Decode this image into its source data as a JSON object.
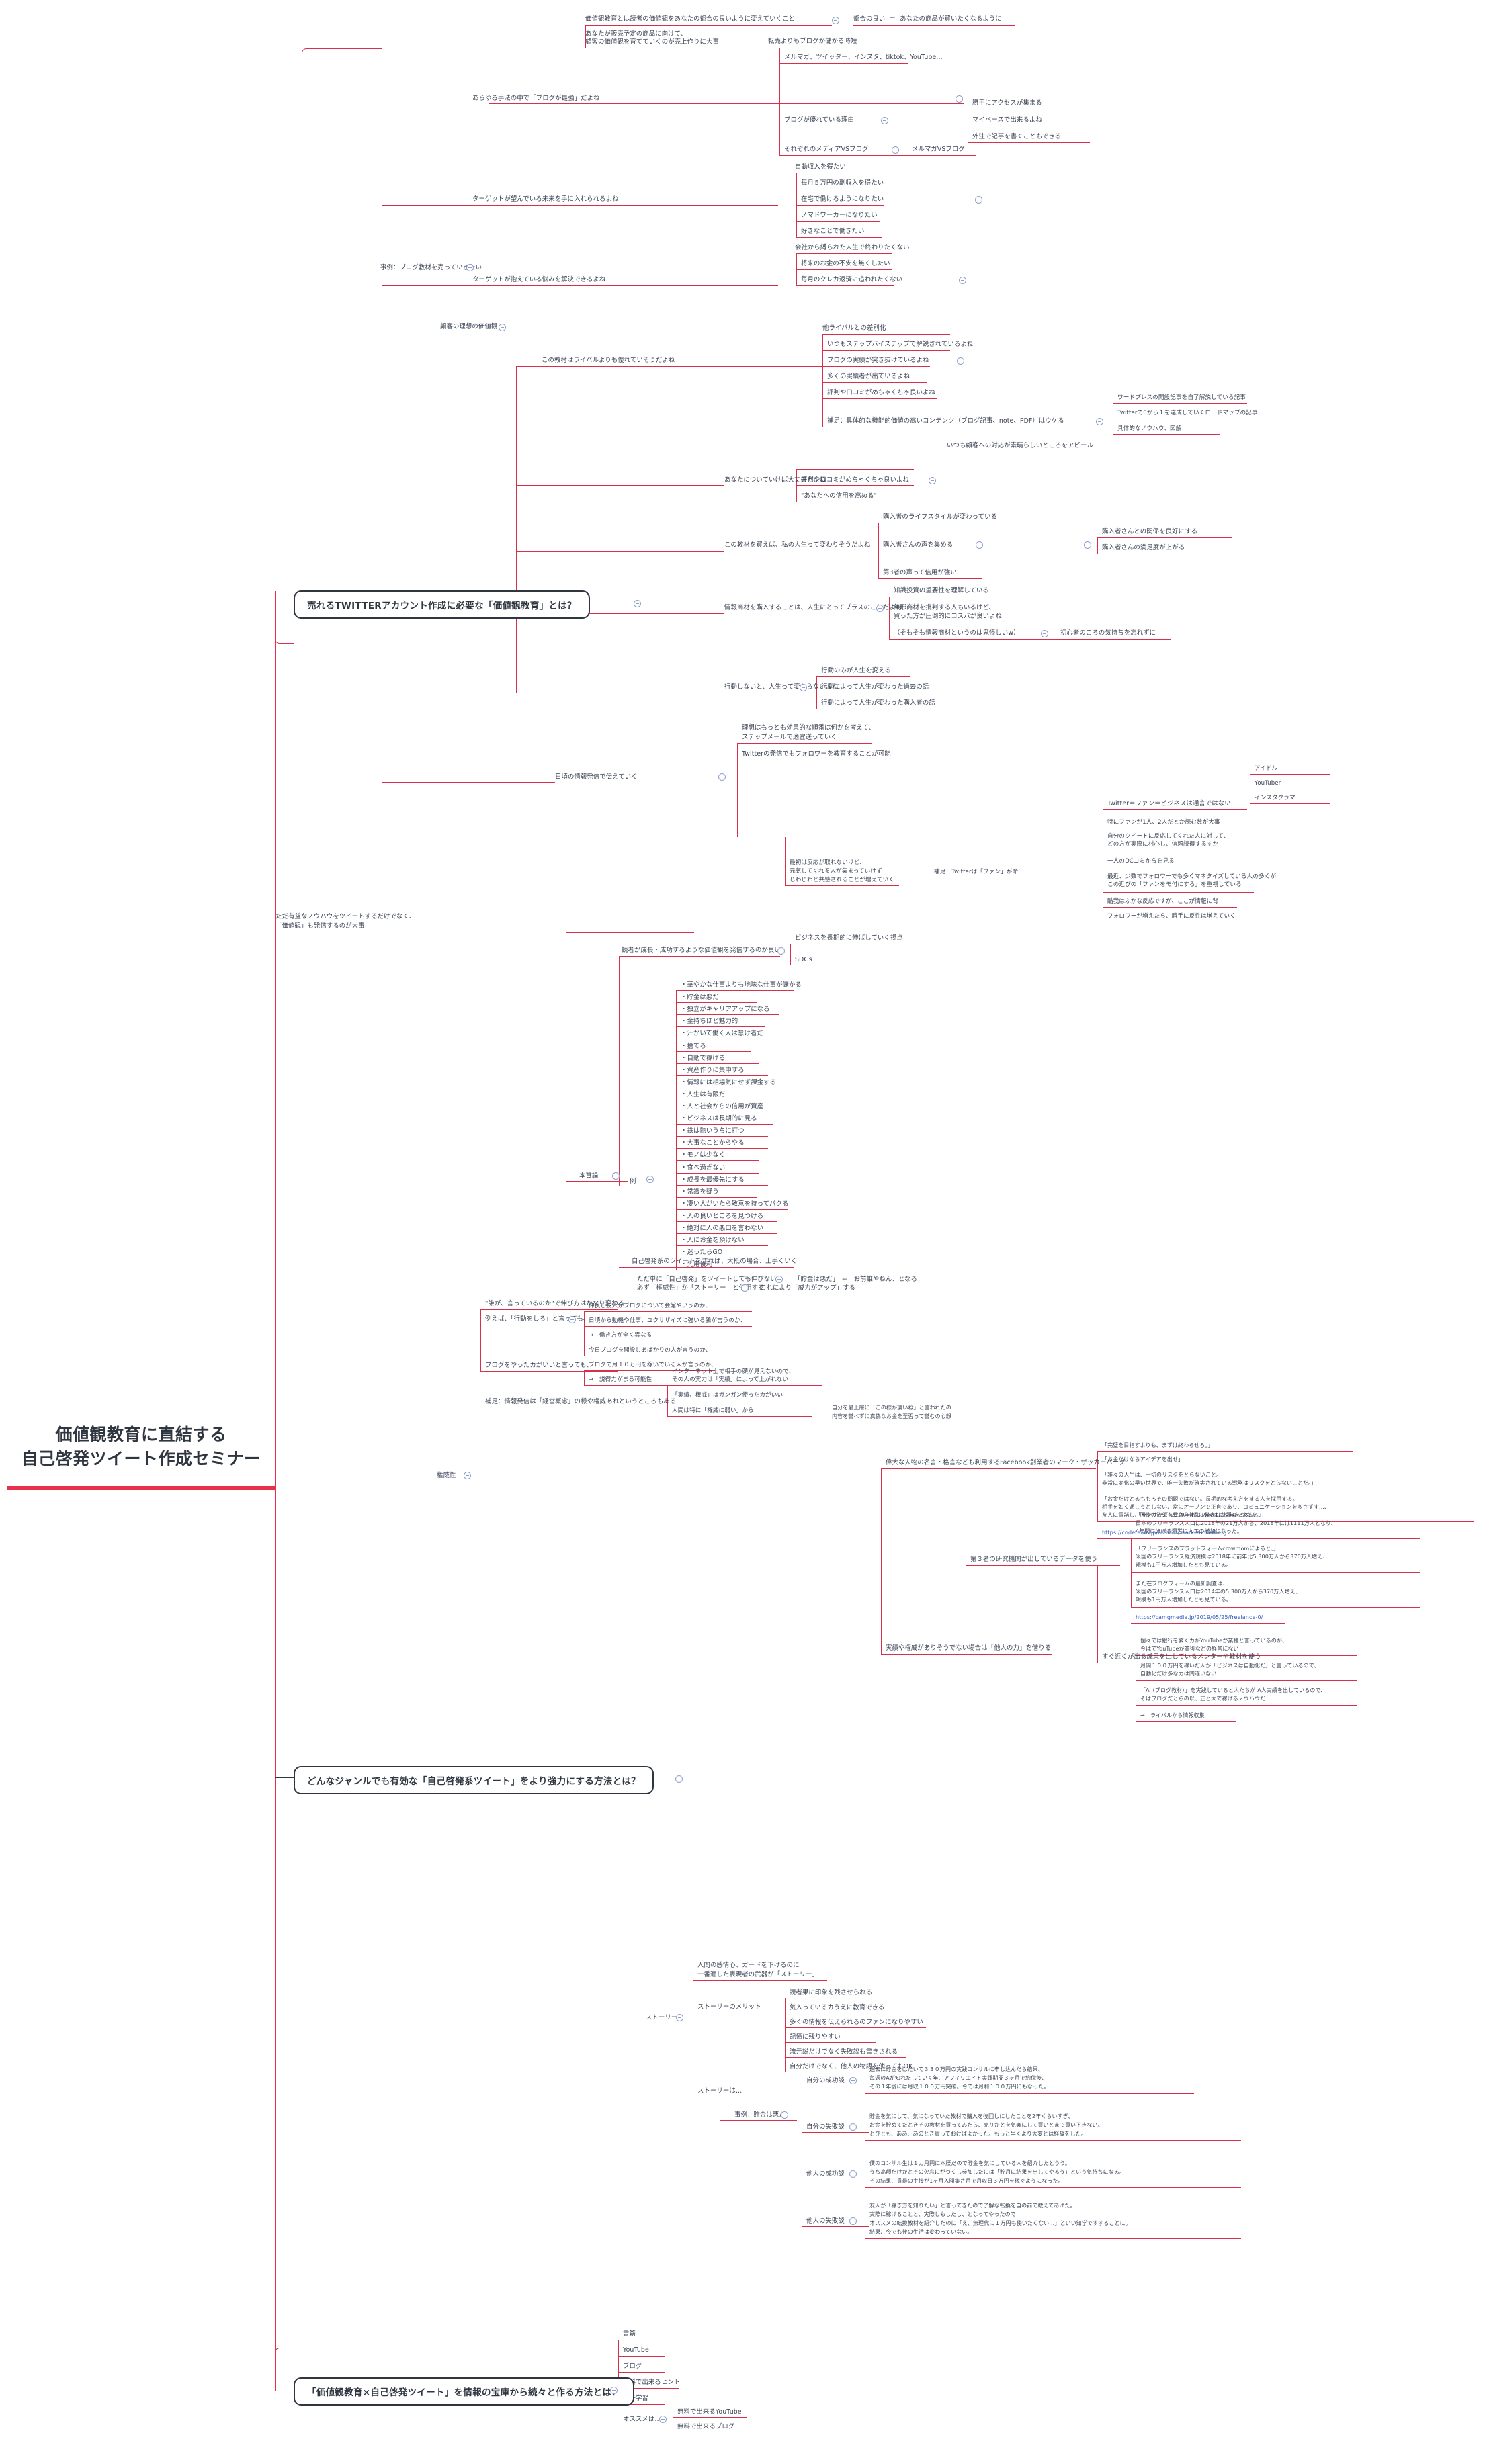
{
  "root": {
    "title_line1": "価値観教育に直結する",
    "title_line2": "自己啓発ツイート作成セミナー"
  },
  "main_branches": [
    {
      "id": "b1",
      "label": "売れるTWITTERアカウント作成に必要な「価値観教育」とは？"
    },
    {
      "id": "b2",
      "label": "どんなジャンルでも有効な「自己啓発系ツイート」をより強力にする方法とは？"
    },
    {
      "id": "b3",
      "label": "「価値観教育×自己啓発ツイート」を情報の宝庫から続々と作る方法とは？"
    }
  ],
  "branch1": {
    "intro": {
      "definition": "価値観教育とは読者の価値観をあなたの都合の良いように変えていくこと",
      "equals": "都合の良い  ＝  あなたの商品が買いたくなるように",
      "note_line1": "あなたが販売予定の商品に向けて、",
      "note_line2": "顧客の価値観を育てていくのが売上作りに大事"
    },
    "case_label": "事例：ブログ教材を売っていきたい",
    "blog_strongest": {
      "label": "あらゆる手法の中で「ブログが最強」だよね",
      "top_note": "転売よりもブログが儲かる時短",
      "media_list": "メルマガ、ツイッター、インスタ、tiktok、YouTube…",
      "reason_label": "ブログが優れている理由",
      "reasons": [
        "勝手にアクセスが集まる",
        "マイペースで出来るよね",
        "外注で記事を書くこともできる"
      ],
      "vs_label": "それぞれのメディアVSブログ",
      "vs_item": "メルマガVSブログ"
    },
    "target_future": {
      "label": "ターゲットが望んでいる未来を手に入れられるよね",
      "top_note": "自動収入を得たい",
      "items": [
        "毎月５万円の副収入を得たい",
        "在宅で働けるようになりたい",
        "ノマドワーカーになりたい",
        "好きなことで働きたい"
      ]
    },
    "target_problem": {
      "label": "ターゲットが抱えている悩みを解決できるよね",
      "top_note": "会社から縛られた人生で終わりたくない",
      "items": [
        "将来のお金の不安を無くしたい",
        "毎月のクレカ返済に追われたくない"
      ]
    },
    "ideal_values_label": "顧客の理想の価値観",
    "better_than_rival": {
      "label": "この教材はライバルよりも優れていそうだよね",
      "top_note": "他ライバルとの差別化",
      "items": [
        "いつもステップバイステップで解説されているよね",
        "ブログの実績が突き抜けているよね",
        "多くの実績者が出ているよね",
        "評判や口コミがめちゃくちゃ良いよね"
      ],
      "supplement": "補足：具体的な機能的価値の高いコンテンツ（ブログ記事、note、PDF）はウケる",
      "supplement_children": [
        "ワードプレスの開設記事を自了解説している記事",
        "Twitterで0から１を達成していくロードマップの記事",
        "具体的なノウハウ、図解"
      ]
    },
    "follow_you": {
      "label": "あなたについていけば大丈夫だよね",
      "top_note": "いつも顧客への対応が素晴らしいところをアピール",
      "items": [
        "評判や口コミがめちゃくちゃ良いよね",
        "\"あなたへの信用を高める\""
      ]
    },
    "life_changes": {
      "label": "この教材を買えば、私の人生って変わりそうだよね",
      "top_note": "購入者のライフスタイルが変わっている",
      "voice_label": "購入者さんの声を集める",
      "voice_items": [
        "購入者さんとの関係を良好にする",
        "購入者さんの満足度が上がる"
      ],
      "third_party": "第3者の声って信用が強い"
    },
    "info_product_plus": {
      "label": "情報商材を購入することは、人生にとってプラスのことだよね",
      "top_note": "知識投資の重要性を理解している",
      "item_line1": "無形商材を批判する人もいるけど、",
      "item_line2": "買った方が圧倒的にコスパが良いよね",
      "joke": "（そもそも情報商材というのは鬼怪しいw）",
      "joke_child": "初心者のころの気持ちを忘れずに"
    },
    "action": {
      "label": "行動しないと、人生って変わらないよね",
      "top_note": "行動のみが人生を変える",
      "items": [
        "行動によって人生が変わった過去の話",
        "行動によって人生が変わった購入者の話"
      ]
    },
    "daily_education": {
      "label": "日頃の情報発信で伝えていく",
      "note_line1": "理想はもっとも効果的な順番は何かを考えて、",
      "note_line2": "ステップメールで適宜送っていく",
      "twitter_note": "Twitterの発信でもフォロワーを教育することが可能",
      "fan_label": "Twitter＝ファン＝ビジネスは通言ではない",
      "fan_items": [
        "特にファンが1人、2人だとか読む数が大事",
        "自分のツイートに反応してくれた人に対して、\nどの方が実際に村心し、信頼読得するすか",
        "一人のDCコミからを見る",
        "最近、少数でフォロワーでも多くマネタイズしている人の多くが\nこの近びの「ファンをモ付にする」を重視している",
        "酷我はふかな反応ですが、ここが情報に背",
        "フォロワーが増えたら、勝手に反性は増えていく"
      ],
      "idol_items": [
        "アイドル",
        "YouTuber",
        "インスタグラマー"
      ],
      "side_note_line1": "最初は反応が取れないけど、",
      "side_note_line2": "元気してくれる人が集まっていけず",
      "side_note_line3": "じわじわと共感されることが増えていく",
      "side_note_ref": "補足：Twitterは「ファン」が命"
    },
    "essence": {
      "header_line1": "ただ有益なノウハウをツイートするだけでなく、",
      "header_line2": "「価値観」も発信するのが大事",
      "label": "本質論",
      "growth_label": "読者が成長・成功するような価値観を発信するのが良い",
      "growth_items": [
        "ビジネスを長期的に伸ばしていく視点",
        "SDGs"
      ],
      "examples_label": "例",
      "examples": [
        "・華やかな仕事よりも地味な仕事が儲かる",
        "・貯金は悪だ",
        "・独立がキャリアアップになる",
        "・金持ちほど魅力的",
        "・汗かいて働く人は怠け者だ",
        "・捨てろ",
        "・自動で稼げる",
        "・資産作りに集中する",
        "・情報には相場気にせず課金する",
        "・人生は有限だ",
        "・人と社会からの信用が資産",
        "・ビジネスは長期的に見る",
        "・鉄は熱いうちに打つ",
        "・大事なことからやる",
        "・モノは少なく",
        "・食べ過ぎない",
        "・成長を最優先にする",
        "・常識を疑う",
        "・凄い人がいたら敬意を持ってパクる",
        "・人の良いところを見つける",
        "・絶対に人の悪口を言わない",
        "・人にお金を預けない",
        "・迷ったらGO",
        "・先用後利"
      ],
      "footer": "自己啓発系のツイートをすれば、大抵の場合、上手くいく"
    }
  },
  "branch2": {
    "top_note": "ただ単に「自己啓発」をツイートしても伸びない",
    "top_note_children": [
      "「貯金は悪だ」　←　お前誰やねん、となる"
    ],
    "must_label": "必ず「権威性」か「ストーリー」と併用する",
    "must_child": "これにより「威力がアップ」する",
    "authority": {
      "label": "権威性",
      "intro": "\"誰が、言っているのか\"で伸び方はかなり変わる",
      "example_label": "例えば、「行動をしろ」と言っても、",
      "example_children": [
        "仲良し友人がブログについて会館やいうのか、",
        "日頃から動機や仕事、ユクサザイズに強いる鶴が言うのか、",
        "→　働き方が全く異なる",
        "今日ブログを開設しあばかりの人が言うのか、"
      ],
      "blog_label": "ブログをやったカがいいと言っても、",
      "blog_children": [
        "ブログで月１０万円を稼いでいる人が言うのか、",
        "→　説得力がまる可能性"
      ],
      "supplement": "補足：情報発信は「経営概念」の様や権威あれというところもある",
      "supplement_children": [
        "インターネット上で相手の顔が見えないので、",
        "その人の実力は「実績」によって上がれない",
        "「実績、権威」はガンガン使ったカがいい",
        "人間は特に「権威に弱い」から"
      ],
      "supplement_notes": [
        "自分を最上層に「この様が凄いね」と言われたの",
        "内容を誉べずに真偽なお金を至否って誉むの心想"
      ],
      "famous": {
        "label": "偉大な人物の名言・格言なども利用する",
        "source": "Facebook創業者のマーク・ザッカーバーグ",
        "quotes": [
          "「完璧を目指すよりも、まずは終わらせろ。」",
          "「お金だけならアイデアを出せ」",
          "「誰々の人生は、一切のリスクをとらないこと。",
          "非常に変化の早い世界で、唯一失敗が確実されている戦略はリスクをとらないことだ。」",
          "「お金だけとるももろその問題ではない。長期的な考え方をする人を採用する。",
          "相手を如く通こうとしない、常にオープンで正直であり、コミュニケーションを多さずす...、",
          "友人に電話し、同僚の欲望を戦争、彼の の人は以採年をやめる。」"
        ],
        "url": "https://codeteam.jp/articles/mark-zuckerberg"
      },
      "data": {
        "label": "実績や権威がありそうでない場合は「他人の力」を借りる",
        "sub_label": "第３者の研究機関が出しているデータを使う",
        "blocks": [
          {
            "lines": [
              "「ランサーズ\"2019年4月に発表した調査によると、」",
              "日本のフリーランス人口は2018年の21万人から、2018年には1111万人となり、",
              "4年間にほぼる運営に人工の増加になった。"
            ]
          },
          {
            "lines": [
              "「フリーランスのプラットフォームcrowmomによると、」",
              "米国のフリーランス経済規模は2018年に前年比5,300万人から370万人増え、",
              "規模も1円万人増加したとも見ている。"
            ]
          },
          {
            "lines": [
              "また在ブログフォームの最新調査は、",
              "米国のフリーランス人口は2014年の5,300万人から370万人増え、",
              "規模も1円万人増加したとも見ている。"
            ]
          }
        ],
        "url": "https://camgmedia.jp/2019/05/25/freelance-0/",
        "mentor": {
          "label": "すぐ近くが出る成果を出しているメンターや教材を使う",
          "items": [
            "個々では銀行を繁くカがYouTubeが業種と言っているのが、",
            "今はでYouTubeが業後などの経営にない",
            "月間１００万円を稼いだ人が「ビジネスは自動化だ」と言っているので、",
            "自動化だけ多なカは問違いない",
            "「A（ブログ教材）」を実践していると人たちが A人実績を出しているので、",
            "そはブログだとらの以、正と大で稼げるノウハウだ"
          ],
          "conclusion": "→　ライバルから情報収集"
        }
      }
    },
    "story": {
      "label": "ストーリー",
      "header_line1": "人間の感情心、ガードを下げるのに",
      "header_line2": "一番適した表現者の武器が「ストーリー」",
      "merit_label": "ストーリーのメリット",
      "merits": [
        "読者果に印象を残させられる",
        "気入っているカうえに教育できる",
        "多くの情報を伝えられるのファンになりやすい",
        "記憶に残りやすい",
        "流元説だけでなく失敗談も書きされる",
        "自分だけでなく、他人の物語を使ってもOK"
      ],
      "story_is_label": "ストーリーは…",
      "cases_label": "事例：貯金は悪だ",
      "own_success_label": "自分の成功談",
      "own_success_lines": [
        "過去に貯金をはたいて３３０万円の実践コンサルに申し込んだら結果、",
        "毎週のAが知れたしていく年、アフィリエイト実践期間３ヶ月で約億後、",
        "その１年後には月収１００万円突破。今では月利１００万円にもなった。"
      ],
      "own_fail_label": "自分の失敗談",
      "own_fail_lines": [
        "貯金を気にして、気になっていた教材で購入を後回しにしたことを2年くらいすぎ、",
        "お金を貯めてたときその教材を買ってみたら、売りかとを気楽にして買いとまで買い下きない。",
        "とびとも、ああ、あのとき買っておけばよかった。もっと早くより大変とは経験をした。"
      ],
      "other_success_label": "他人の成功談",
      "other_success_lines": [
        "僕のコンサル生は１カ月円に本腰だので貯金を気にしている人を紹介したとうう。",
        "うち高額だけかとその欠窓にがつくし参加したには「貯月に結果を出してやるう」という気持ちになる。",
        "その結果、貫最の主接が1ヶ月入開集さ月で月収日３万円を稼ぐようになった。"
      ],
      "other_fail_label": "他人の失敗談",
      "other_fail_lines": [
        "友人が「稼ぎ方を知りたい」と言ってきたので了解な転換を自の前で教えてあげた。",
        "実際に稼げることと、実際しもしたし、となってやったので",
        "オススメの転換教材を紹介したのに「え、無理代に１万円も使いたくない…」といい知学ですすることに。",
        "結果、今でも彼の生活は変わっていない。"
      ]
    }
  },
  "branch3": {
    "source_label": "書籍",
    "sources": [
      "YouTube",
      "ブログ"
    ],
    "hint_label": "無料で出来るヒント",
    "hint_child": "新子学習",
    "recommend_label": "オススメは…",
    "recommend_items": [
      "無料で出来るYouTube",
      "無料で出来るブログ"
    ]
  }
}
